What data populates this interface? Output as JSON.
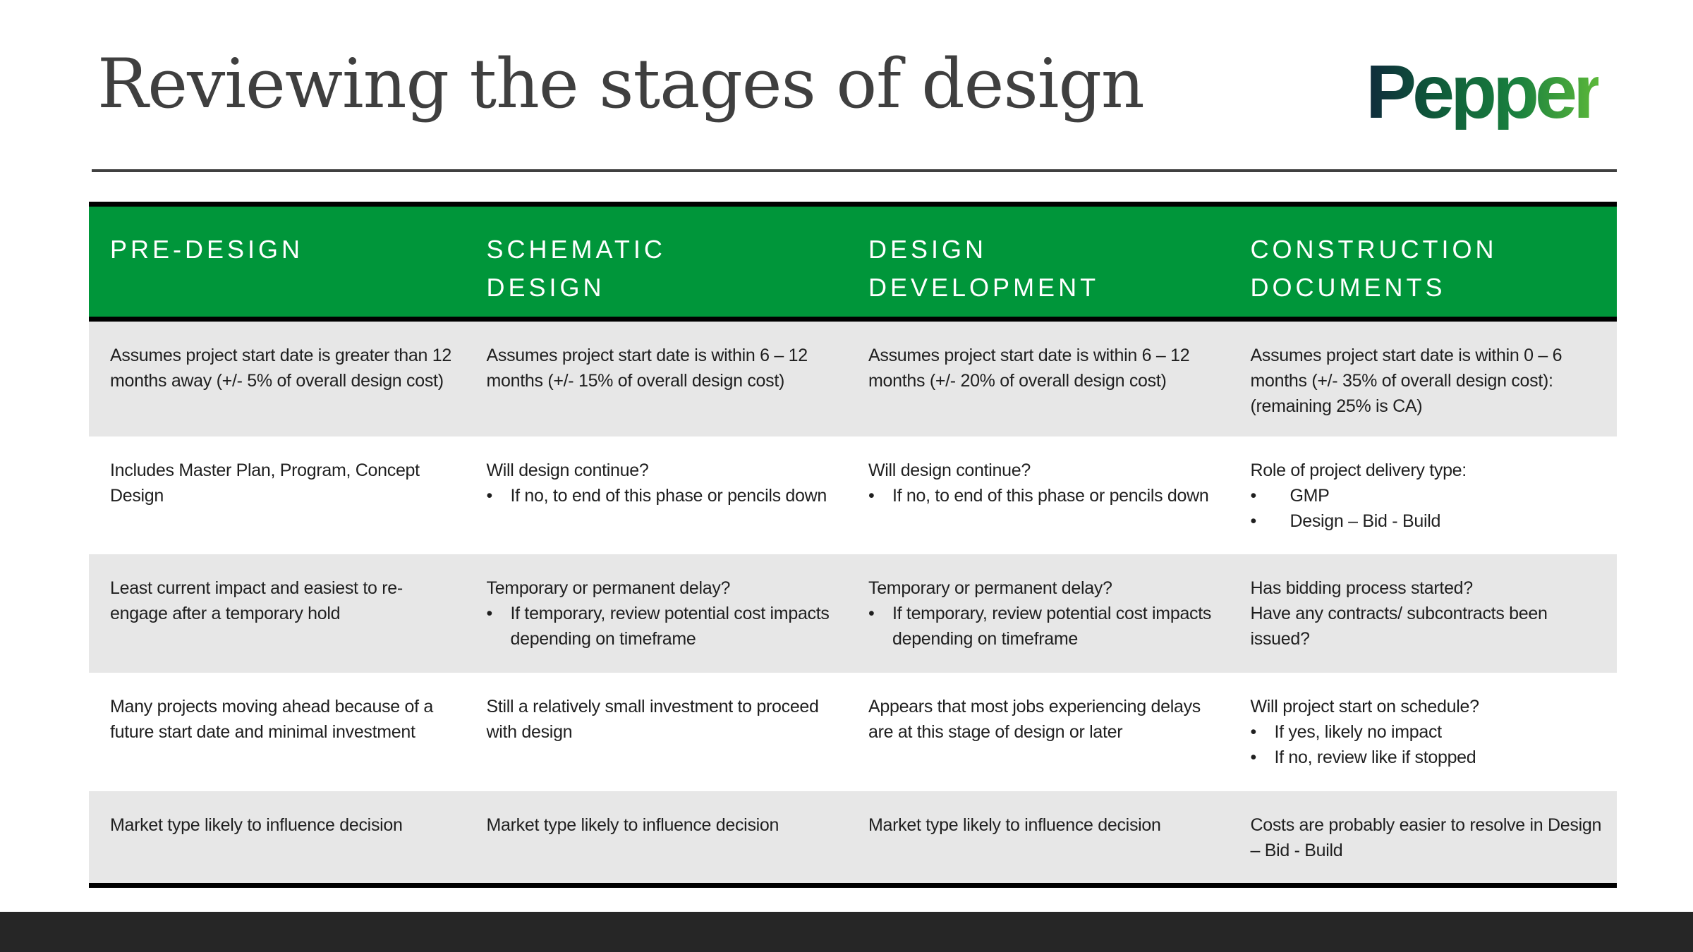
{
  "slide": {
    "title": "Reviewing the stages of design",
    "logo_text": "Pepper",
    "colors": {
      "header_green": "#00963a",
      "row_grey": "#e7e7e7",
      "footer": "#262626",
      "title": "#3f3f3f"
    }
  },
  "table": {
    "headers": [
      "PRE-DESIGN",
      "SCHEMATIC DESIGN",
      "DESIGN DEVELOPMENT",
      "CONSTRUCTION DOCUMENTS"
    ],
    "header_lines": [
      [
        "PRE-DESIGN"
      ],
      [
        "SCHEMATIC",
        "DESIGN"
      ],
      [
        "DESIGN",
        "DEVELOPMENT"
      ],
      [
        "CONSTRUCTION",
        "DOCUMENTS"
      ]
    ],
    "rows": [
      {
        "cells": [
          {
            "text": "Assumes project start date is greater than 12 months away (+/- 5% of overall design cost)"
          },
          {
            "text": "Assumes project start date is within 6 – 12 months (+/- 15% of overall design cost)"
          },
          {
            "text": "Assumes project start date is within 6 – 12 months (+/- 20% of overall design cost)"
          },
          {
            "text": "Assumes project start date is within 0 – 6 months (+/- 35% of overall design cost): (remaining 25% is CA)"
          }
        ]
      },
      {
        "cells": [
          {
            "text": "Includes Master Plan, Program, Concept Design"
          },
          {
            "text": "Will design continue?",
            "bullets": [
              "If no, to end of this phase or pencils down"
            ]
          },
          {
            "text": "Will design continue?",
            "bullets": [
              "If no, to end of this phase or pencils down"
            ]
          },
          {
            "text": "Role of project delivery type:",
            "bullets": [
              "GMP",
              "Design – Bid - Build"
            ]
          }
        ]
      },
      {
        "cells": [
          {
            "text": "Least current impact and easiest to re-engage after a temporary hold"
          },
          {
            "text": "Temporary or permanent delay?",
            "bullets": [
              "If temporary, review potential cost impacts depending on timeframe"
            ]
          },
          {
            "text": "Temporary or permanent delay?",
            "bullets": [
              "If temporary, review potential cost impacts depending on timeframe"
            ]
          },
          {
            "text": "Has bidding process started?",
            "text2": "Have any contracts/ subcontracts been issued?"
          }
        ]
      },
      {
        "cells": [
          {
            "text": "Many projects moving ahead because of a future start date and minimal investment"
          },
          {
            "text": "Still a relatively small investment to proceed with design"
          },
          {
            "text": "Appears that most jobs experiencing delays are at this stage of design or later"
          },
          {
            "text": "Will project start on schedule?",
            "bullets": [
              "If yes, likely no impact",
              "If no, review like if stopped"
            ]
          }
        ]
      },
      {
        "cells": [
          {
            "text": "Market type likely to influence decision"
          },
          {
            "text": "Market type likely to influence decision"
          },
          {
            "text": "Market type likely to influence decision"
          },
          {
            "text": "Costs are probably easier to resolve in Design – Bid - Build"
          }
        ]
      }
    ]
  }
}
